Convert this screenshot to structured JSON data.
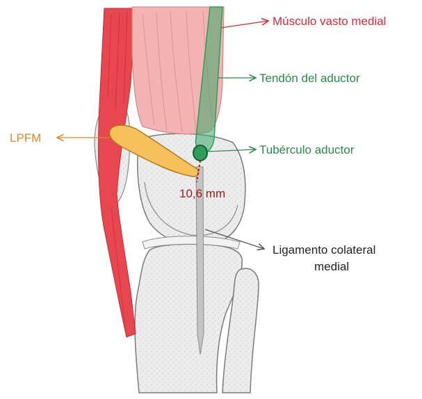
{
  "labels": {
    "vastus_medialis": "Músculo vasto medial",
    "adductor_tendon": "Tendón del aductor",
    "lpfm": "LPFM",
    "adductor_tubercle": "Tubérculo aductor",
    "distance": "10,6 mm",
    "mcl_line1": "Ligamento colateral",
    "mcl_line2": "medial"
  },
  "colors": {
    "muscle": "#e8474f",
    "muscle_light": "#f3b3b3",
    "tendon": "#2e9d5a",
    "ligament": "#f6c15a",
    "bone": "#e9e9e9",
    "mcl": "#bdbdbd",
    "measure": "#9b1c1c"
  }
}
